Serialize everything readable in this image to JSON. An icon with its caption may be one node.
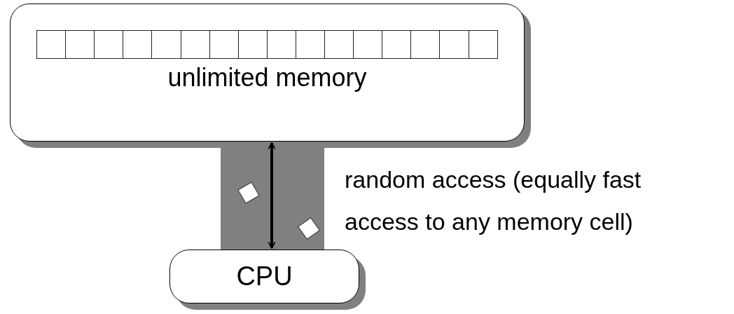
{
  "diagram": {
    "nodes": [
      {
        "text": [
          "unlimited memory"
        ]
      },
      {
        "text": [],
        "shape": "box",
        "in": 0
      },
      {
        "text": [],
        "shape": "box",
        "in": 0
      },
      {
        "text": [],
        "shape": "box",
        "in": 0
      },
      {
        "text": [],
        "shape": "box",
        "in": 0
      },
      {
        "text": [],
        "shape": "box",
        "in": 0
      },
      {
        "text": [],
        "shape": "box",
        "in": 0
      },
      {
        "text": [],
        "shape": "box",
        "in": 0
      },
      {
        "text": [],
        "shape": "box",
        "in": 0
      },
      {
        "text": [],
        "shape": "box",
        "in": 0
      },
      {
        "text": [],
        "shape": "box",
        "in": 0
      },
      {
        "text": [],
        "shape": "box",
        "in": 0
      },
      {
        "text": [],
        "shape": "box",
        "in": 0
      },
      {
        "text": [],
        "shape": "box",
        "in": 0
      },
      {
        "text": [],
        "shape": "box",
        "in": 0
      },
      {
        "text": [],
        "shape": "box",
        "in": 0
      },
      {
        "text": [],
        "shape": "box",
        "in": 0
      },
      {
        "text": [
          "CPU"
        ]
      }
    ],
    "edges": [
      {
        "from": 0,
        "to": 17,
        "arrow": "both",
        "label": "random access (equally fast access to any memory cell)"
      }
    ]
  }
}
